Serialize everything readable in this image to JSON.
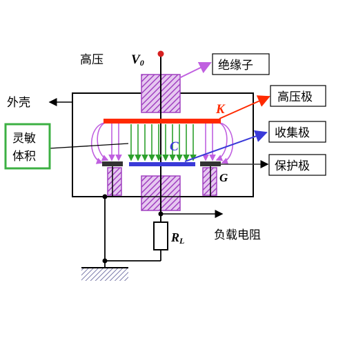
{
  "labels": {
    "high_voltage": "高压",
    "v0_main": "V",
    "v0_sub": "0",
    "insulator": "绝缘子",
    "shell": "外壳",
    "k_symbol": "K",
    "high_voltage_electrode": "高压极",
    "sensitive_volume_line1": "灵敏",
    "sensitive_volume_line2": "体积",
    "c_symbol": "C",
    "collector": "收集极",
    "g_symbol": "G",
    "guard_electrode": "保护极",
    "load_resistor": "负载电阻",
    "rl_main": "R",
    "rl_sub": "L"
  },
  "colors": {
    "high_voltage_electrode": "#ff2a00",
    "collector": "#3a3ad8",
    "insulator": "#a040c0",
    "field_lines": "#2ca02c",
    "fringe_field": "#c060e0",
    "sensitive_volume_box": "#3cb043",
    "ground": "#7a7aaa",
    "terminal": "#d61f1f"
  },
  "icons": {
    "ground": "ground-symbol-icon",
    "terminal": "terminal-dot-icon",
    "resistor": "resistor-icon"
  }
}
